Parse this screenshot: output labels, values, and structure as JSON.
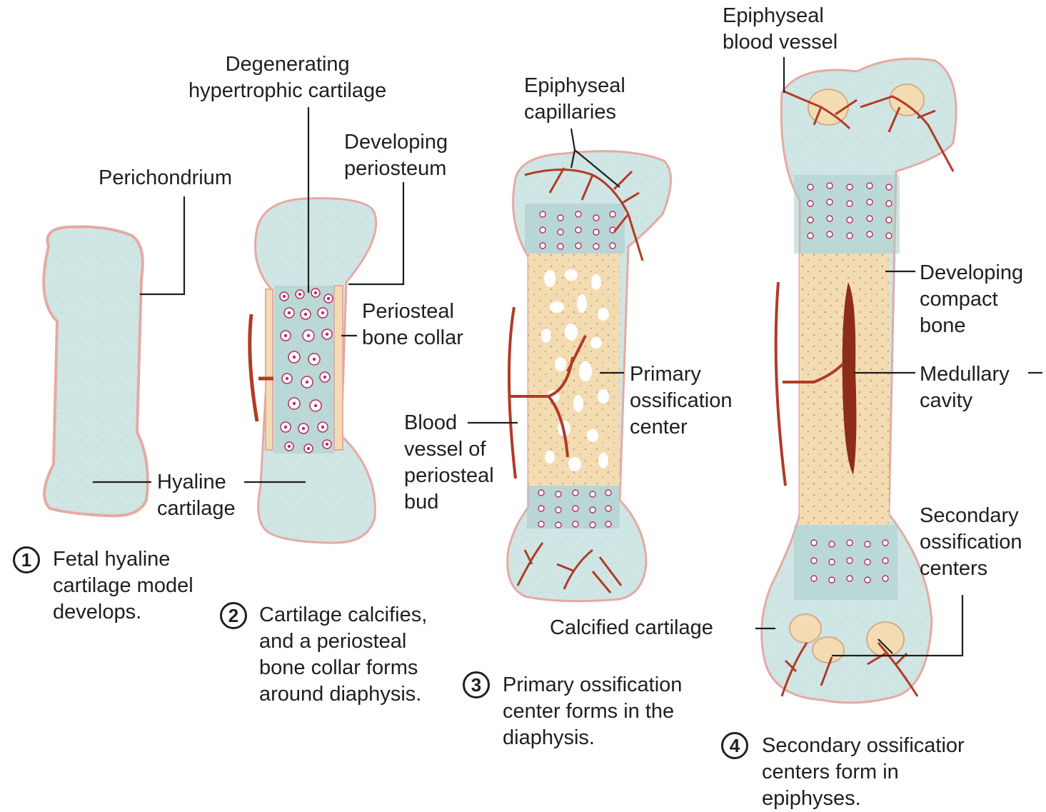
{
  "colors": {
    "cartilage": "#cfe6e4",
    "cartilage_edge": "#e7a9a2",
    "bone": "#f3dcb2",
    "vessel": "#b23a26",
    "cell": "#b3305f",
    "marrow": "#8e2c1a",
    "leader": "#1f1f1f"
  },
  "labels": {
    "perichondrium": "Perichondrium",
    "degenerating": "Degenerating\nhypertrophic cartilage",
    "developing_periosteum": "Developing\nperiosteum",
    "periosteal_bone_collar": "Periosteal\nbone collar",
    "hyaline_cartilage": "Hyaline\ncartilage",
    "epiphyseal_capillaries": "Epiphyseal\ncapillaries",
    "primary_ossification_center": "Primary\nossification\ncenter",
    "blood_vessel_periosteal_bud": "Blood\nvessel of\nperiosteal\nbud",
    "calcified_cartilage": "Calcified cartilage",
    "epiphyseal_blood_vessel": "Epiphyseal\nblood vessel",
    "developing_compact_bone": "Developing\ncompact\nbone",
    "medullary_cavity": "Medullary\ncavity",
    "secondary_ossification_centers": "Secondary\nossification\ncenters"
  },
  "steps": [
    {
      "number": "1",
      "text": "Fetal hyaline\ncartilage model\ndevelops."
    },
    {
      "number": "2",
      "text": "Cartilage calcifies,\nand a periosteal\nbone collar forms\naround diaphysis."
    },
    {
      "number": "3",
      "text": "Primary ossification\ncenter forms in the\ndiaphysis."
    },
    {
      "number": "4",
      "text": "Secondary ossificatior\ncenters form in\nepiphyses."
    }
  ]
}
